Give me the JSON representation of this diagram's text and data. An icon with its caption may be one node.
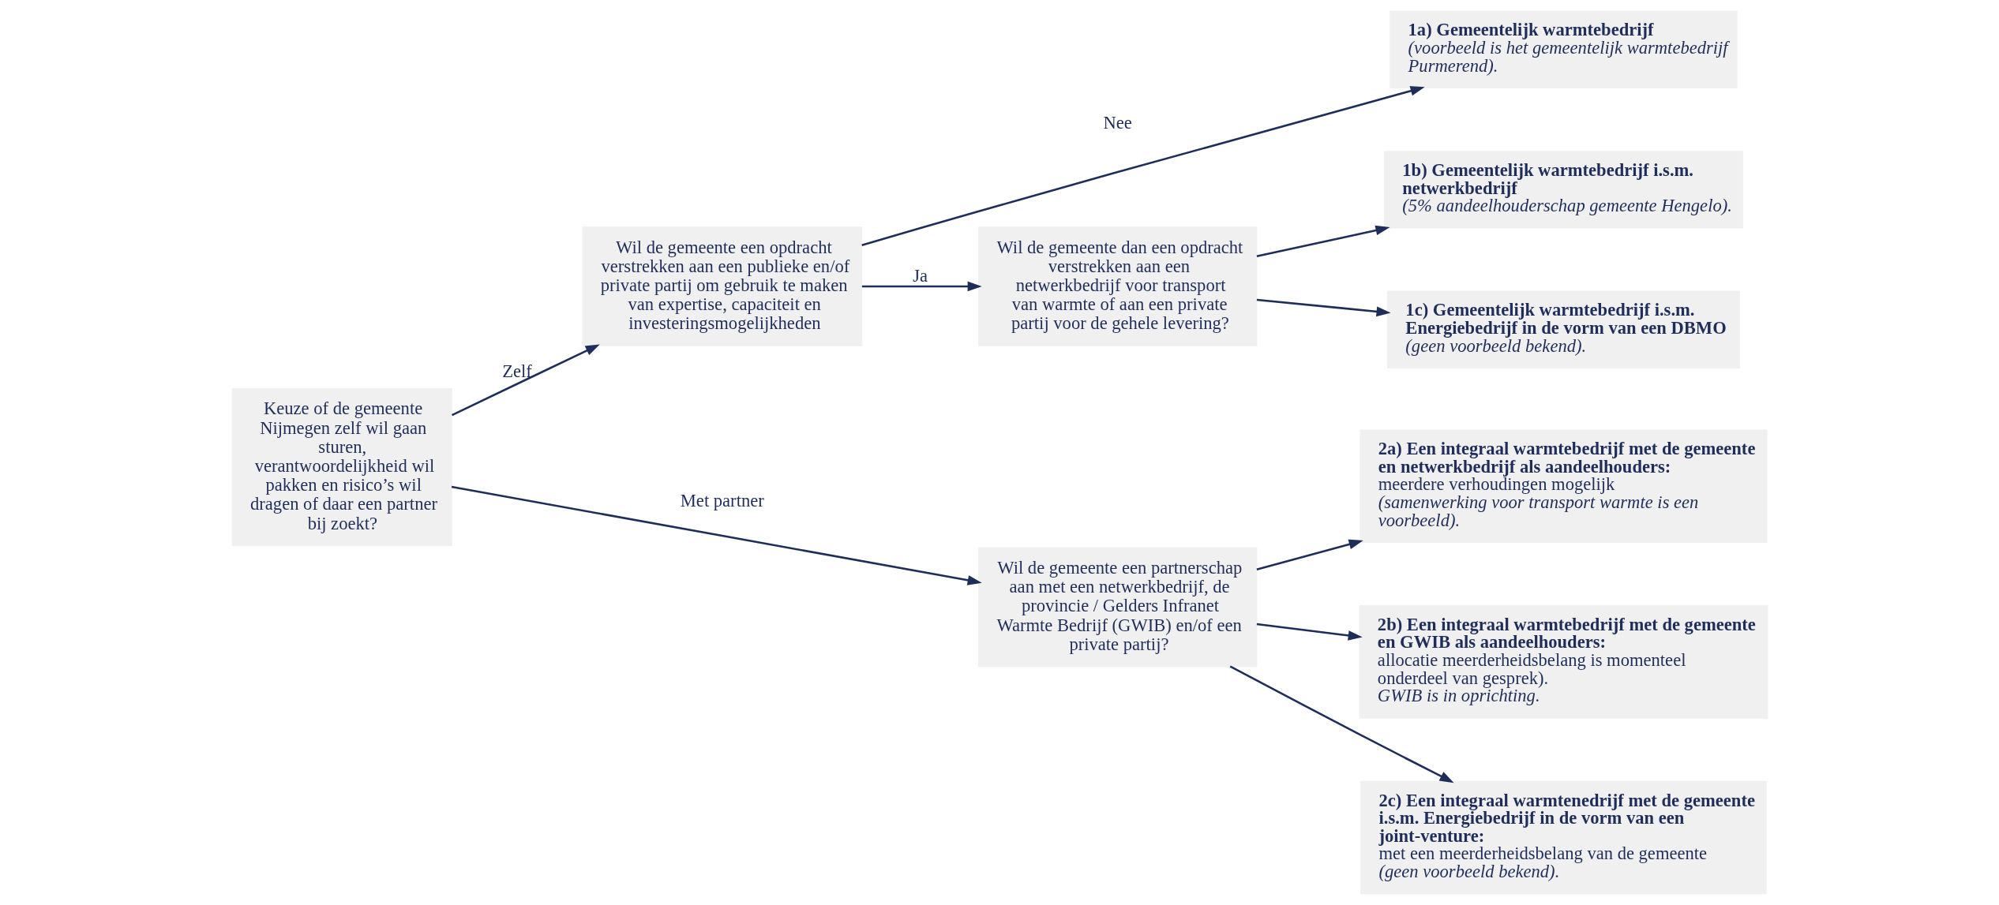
{
  "diagram": {
    "nodes": [
      {
        "text": [
          "Keuze of de gemeente Nijmegen zelf wil gaan sturen, verantwoordelijkheid wil pakken en risico’s wil dragen of daar een partner bij zoekt?"
        ]
      },
      {
        "text": [
          "Wil de gemeente een opdracht verstrekken aan een publieke en/of private partij om gebruik te maken van expertise, capaciteit en investeringsmogelijkheden"
        ]
      },
      {
        "text": [
          "Wil de gemeente een partnerschap aan met een netwerkbedrijf, de provincie / Gelders Infranet Warmte Bedrijf (GWIB) en/of een private partij?"
        ]
      },
      {
        "text": [
          "Wil de gemeente dan een opdracht verstrekken aan een netwerkbedrijf voor transport van warmte of aan een private partij voor de gehele levering?"
        ]
      },
      {
        "text": [
          "**1a) Gemeentelijk warmtebedrijf** *(voorbeeld is het gemeentelijk warmtebedrijf Purmerend).*"
        ]
      },
      {
        "text": [
          "**1b) Gemeentelijk warmtebedrijf i.s.m. netwerkbedrijf** *(5% aandeelhouderschap gemeente Hengelo).*"
        ]
      },
      {
        "text": [
          "**1c) Gemeentelijk warmtebedrijf i.s.m. Energiebedrijf in de vorm van een DBMO** *(geen voorbeeld bekend).*"
        ]
      },
      {
        "text": [
          "**2a) Een integraal warmtebedrijf met de gemeente en netwerkbedrijf als aandeelhouders:** meerdere verhoudingen mogelijk *(samenwerking voor transport warmte is een voorbeeld).*"
        ]
      },
      {
        "text": [
          "**2b) Een integraal warmtebedrijf met de gemeente en GWIB als aandeelhouders:** allocatie meerderheidsbelang is momenteel onderdeel van gesprek). *GWIB is in oprichting.*"
        ]
      },
      {
        "text": [
          "**2c) Een integraal warmtenedrijf met de gemeente i.s.m. Energiebedrijf in de vorm van een joint-venture:** met een meerderheidsbelang van de gemeente *(geen voorbeeld bekend).*"
        ]
      }
    ],
    "edges": [
      {
        "from": 0,
        "to": 1,
        "arrow": "to",
        "label": "Zelf"
      },
      {
        "from": 0,
        "to": 2,
        "arrow": "to",
        "label": "Met partner"
      },
      {
        "from": 1,
        "to": 4,
        "arrow": "to",
        "label": "Nee"
      },
      {
        "from": 1,
        "to": 3,
        "arrow": "to",
        "label": "Ja"
      },
      {
        "from": 3,
        "to": 5,
        "arrow": "to"
      },
      {
        "from": 3,
        "to": 6,
        "arrow": "to"
      },
      {
        "from": 2,
        "to": 7,
        "arrow": "to"
      },
      {
        "from": 2,
        "to": 8,
        "arrow": "to"
      },
      {
        "from": 2,
        "to": 9,
        "arrow": "to"
      }
    ]
  }
}
